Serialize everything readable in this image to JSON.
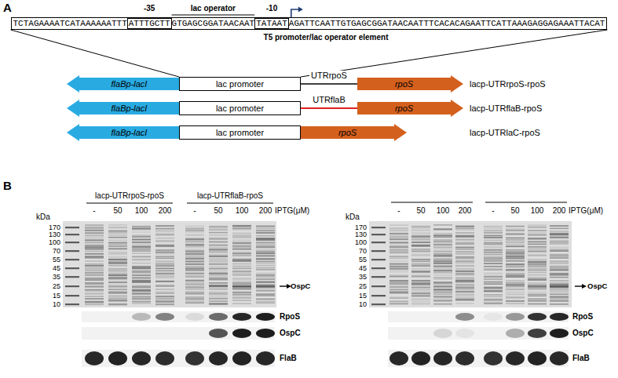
{
  "diagram": {
    "nodes": [
      {
        "text": [
          "TCTAGAAAATCATAAAAAATTT",
          "GTGAGCGGATAACAAT",
          "AGATTCAATTGTGAGCGGATAACAATTTCACACAGAATTCATTAAAGAGGAGAAATTACAT"
        ]
      },
      {
        "text": [
          "ATTTGCTT"
        ],
        "in": 0
      },
      {
        "text": [
          "TATAAT"
        ],
        "in": 0
      },
      {
        "text": [
          "flaBp-lacI"
        ]
      },
      {
        "text": [
          "lac promoter"
        ]
      },
      {
        "text": [
          "rpoS"
        ]
      },
      {
        "text": [
          "flaBp-lacI"
        ]
      },
      {
        "text": [
          "lac promoter"
        ]
      },
      {
        "text": [
          "rpoS"
        ]
      },
      {
        "text": [
          "flaBp-lacI"
        ]
      },
      {
        "text": [
          "lac promoter"
        ]
      },
      {
        "text": [
          "rpoS"
        ]
      }
    ],
    "edges": [
      {
        "from": 0,
        "to": 4,
        "arrow": "none"
      },
      {
        "from": 0,
        "to": 4,
        "arrow": "none"
      },
      {
        "from": 4,
        "to": 5,
        "label": "UTRrpoS",
        "arrow": "none"
      },
      {
        "from": 7,
        "to": 8,
        "label": "UTRflaB",
        "arrow": "none"
      }
    ],
    "labels": [
      "A",
      "-35",
      "lac operator",
      "-10",
      "T5 promoter/lac operator element",
      "lacp-UTRrpoS-rpoS",
      "lacp-UTRflaB-rpoS",
      "lacp-UTRlaC-rpoS",
      "B",
      "lacp-UTRrpoS-rpoS",
      "lacp-UTRflaB-rpoS",
      "-",
      "50",
      "100",
      "200",
      "-",
      "50",
      "100",
      "200",
      "IPTG(μM)",
      "kDa",
      "170",
      "130",
      "100",
      "70",
      "55",
      "45",
      "35",
      "25",
      "15",
      "10",
      "OspC",
      "RpoS",
      "OspC",
      "FlaB",
      "-",
      "50",
      "100",
      "200",
      "-",
      "50",
      "100",
      "200",
      "IPTG(μM)",
      "kDa",
      "170",
      "130",
      "100",
      "70",
      "55",
      "45",
      "35",
      "25",
      "15",
      "10",
      "OspC",
      "RpoS",
      "OspC",
      "FlaB"
    ]
  }
}
